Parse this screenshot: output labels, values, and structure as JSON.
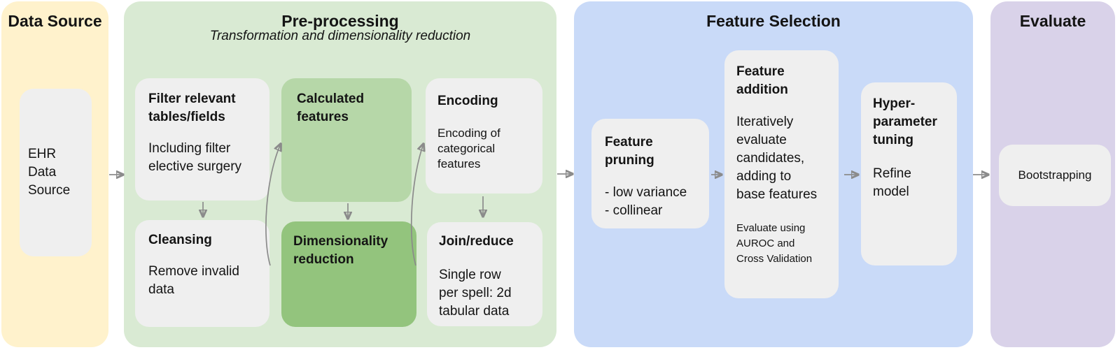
{
  "data_source": {
    "title": "Data Source",
    "ehr_box": "EHR\nData\nSource"
  },
  "preprocessing": {
    "title": "Pre-processing",
    "subtitle": "Transformation and dimensionality reduction",
    "filter": {
      "title": "Filter relevant\ntables/fields",
      "body": "Including filter\nelective surgery"
    },
    "cleansing": {
      "title": "Cleansing",
      "body": "Remove invalid\ndata"
    },
    "calculated": {
      "title": "Calculated\nfeatures"
    },
    "dimensionality": {
      "title": "Dimensionality\nreduction"
    },
    "encoding": {
      "title": "Encoding",
      "body": "Encoding of\ncategorical\nfeatures"
    },
    "join": {
      "title": "Join/reduce",
      "body": "Single row\nper spell: 2d\ntabular data"
    }
  },
  "feature_selection": {
    "title": "Feature Selection",
    "pruning": {
      "title": "Feature\npruning",
      "body": "- low variance\n- collinear"
    },
    "addition": {
      "title": "Feature\naddition",
      "body": "Iteratively\nevaluate\ncandidates,\nadding to\nbase features",
      "note": "Evaluate using\nAUROC and\nCross Validation"
    },
    "hyper": {
      "title": "Hyper-\nparameter\ntuning",
      "body": "Refine\nmodel"
    }
  },
  "evaluate": {
    "title": "Evaluate",
    "bootstrapping": "Bootstrapping"
  },
  "colors": {
    "data_source_bg": "#FFF2CC",
    "preprocessing_bg": "#D9EAD3",
    "feature_selection_bg": "#C9DAF8",
    "evaluate_bg": "#D9D2E9",
    "box_gray": "#EFEFEF",
    "calculated_features_bg": "#B6D7A8",
    "dimensionality_reduction_bg": "#93C47D",
    "arrow": "#8B8B8B",
    "text": "#141414"
  }
}
